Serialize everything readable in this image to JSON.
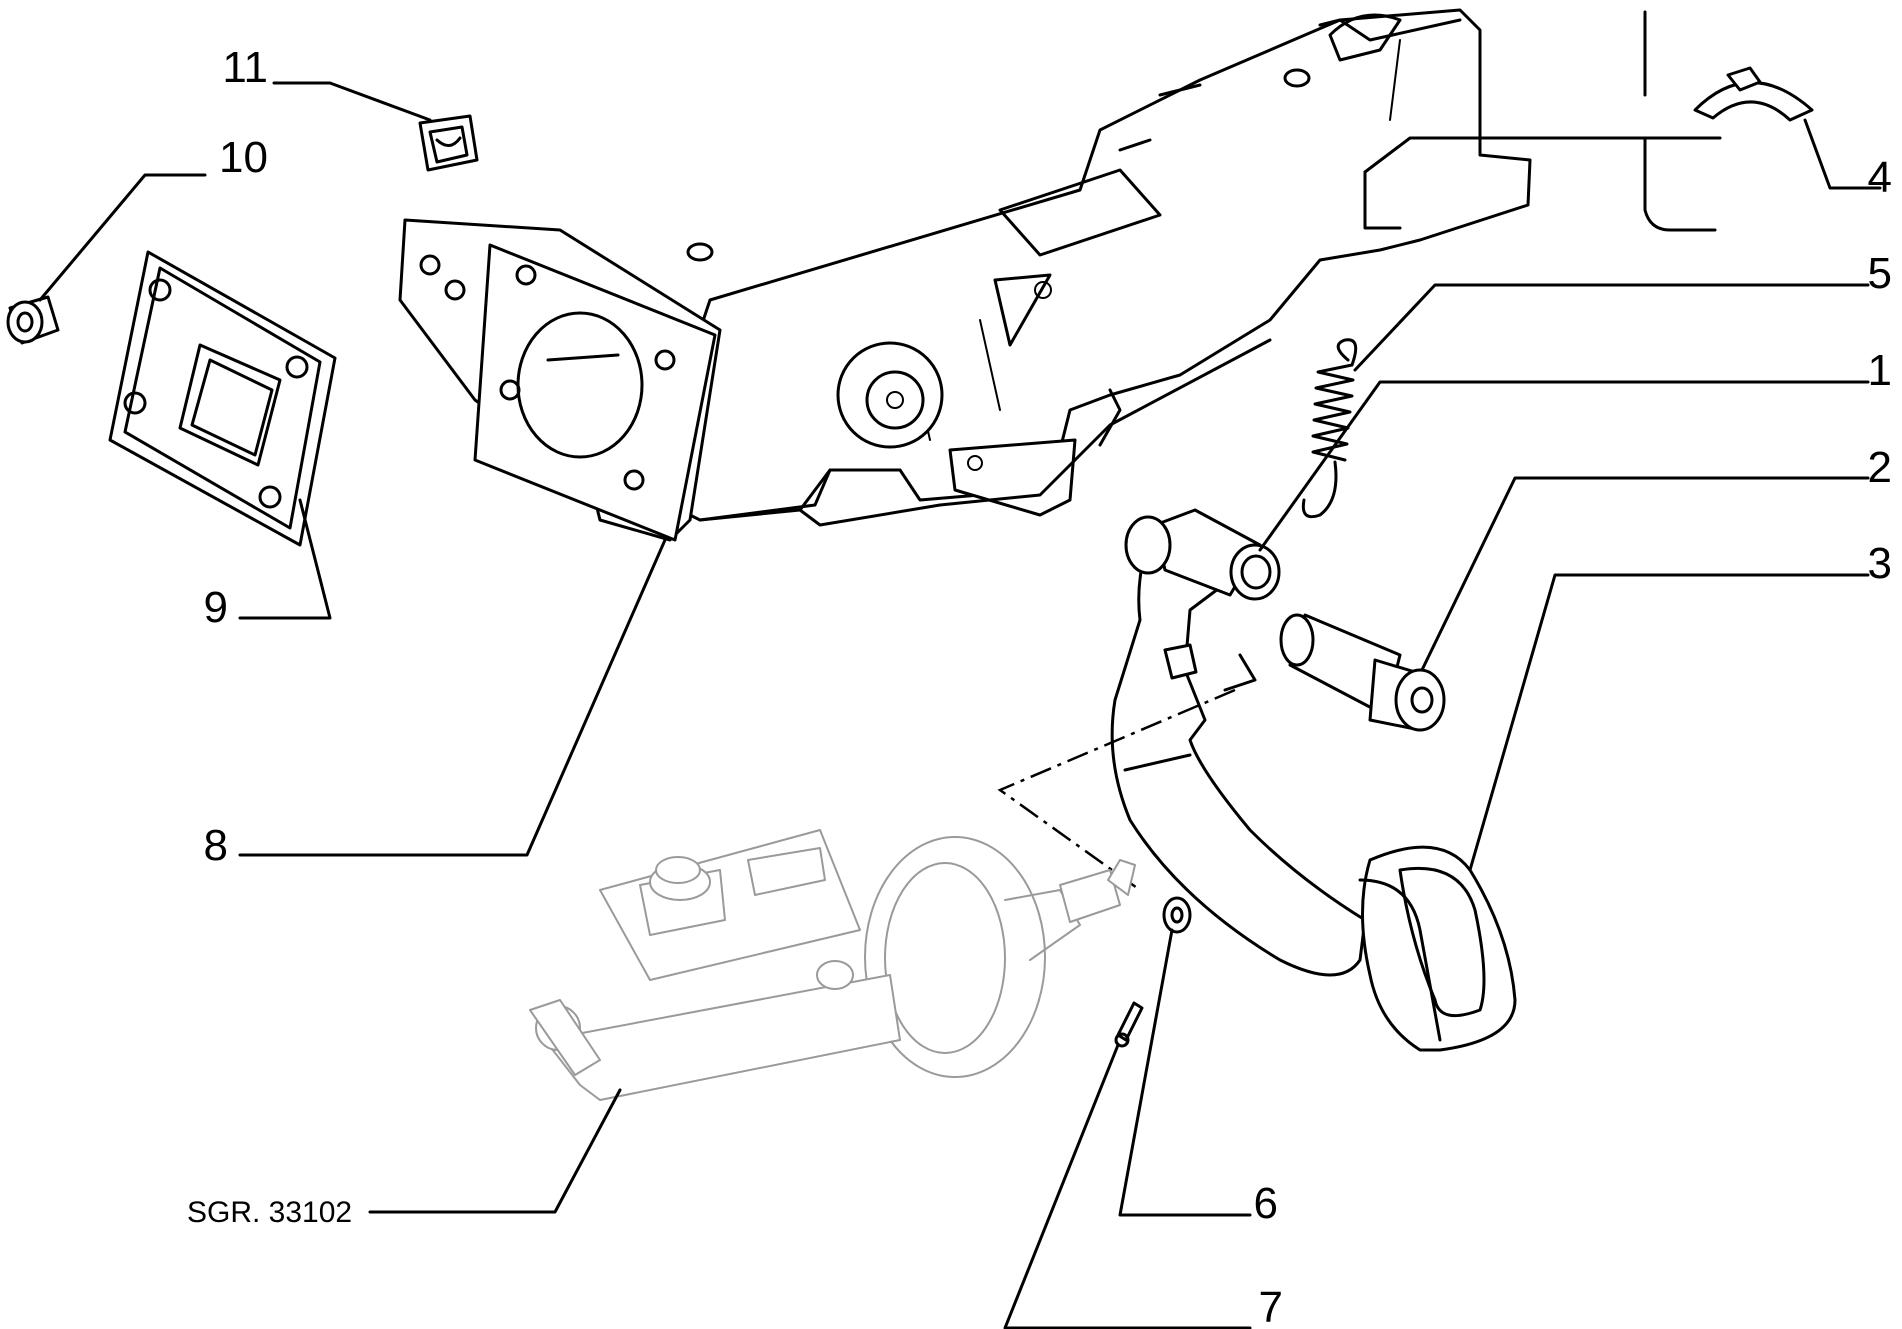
{
  "diagram": {
    "reference_code": "SGR. 33102",
    "callouts": [
      "1",
      "2",
      "3",
      "4",
      "5",
      "6",
      "7",
      "8",
      "9",
      "10",
      "11"
    ]
  }
}
